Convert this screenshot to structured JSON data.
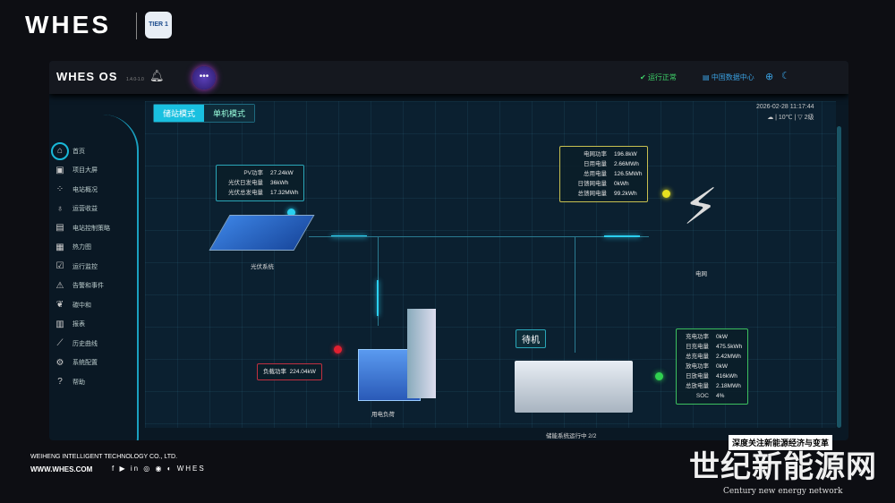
{
  "header": {
    "brand": "WHES",
    "badge": "TIER 1"
  },
  "topbar": {
    "logo": "WHES OS",
    "version": "1.4.0-1.0",
    "status": "运行正常",
    "datacenter": "中国数据中心"
  },
  "tabs": [
    "储站模式",
    "单机模式"
  ],
  "datetime": "2026-02-28 11:17:44",
  "weather": "☁ | 10℃ | ▽ 2级",
  "sidebar": {
    "items": [
      {
        "label": "首页",
        "icon": "home-icon",
        "glyph": "⌂"
      },
      {
        "label": "项目大屏",
        "icon": "screen-icon",
        "glyph": "▣"
      },
      {
        "label": "电站概况",
        "icon": "grid-icon",
        "glyph": "⁘"
      },
      {
        "label": "运营收益",
        "icon": "money-bag-icon",
        "glyph": "♁"
      },
      {
        "label": "电站控制策略",
        "icon": "calendar-icon",
        "glyph": "▤"
      },
      {
        "label": "热力图",
        "icon": "heatmap-icon",
        "glyph": "▦"
      },
      {
        "label": "运行监控",
        "icon": "monitor-icon",
        "glyph": "☑"
      },
      {
        "label": "告警和事件",
        "icon": "warning-icon",
        "glyph": "⚠"
      },
      {
        "label": "碳中和",
        "icon": "leaf-icon",
        "glyph": "❦"
      },
      {
        "label": "报表",
        "icon": "clipboard-icon",
        "glyph": "▥"
      },
      {
        "label": "历史曲线",
        "icon": "chart-icon",
        "glyph": "⟋"
      },
      {
        "label": "系统配置",
        "icon": "gear-icon",
        "glyph": "⚙"
      },
      {
        "label": "帮助",
        "icon": "help-icon",
        "glyph": "?"
      }
    ]
  },
  "pv": {
    "label": "光伏系统",
    "rows": [
      {
        "k": "PV功率",
        "v": "27.24kW"
      },
      {
        "k": "光伏日发电量",
        "v": "36kWh"
      },
      {
        "k": "光伏总发电量",
        "v": "17.32MWh"
      }
    ]
  },
  "grid": {
    "label": "电网",
    "rows": [
      {
        "k": "电网功率",
        "v": "196.8kW"
      },
      {
        "k": "日用电量",
        "v": "2.66MWh"
      },
      {
        "k": "总用电量",
        "v": "126.5MWh"
      },
      {
        "k": "日馈网电量",
        "v": "0kWh"
      },
      {
        "k": "总馈网电量",
        "v": "99.2kWh"
      }
    ]
  },
  "load": {
    "label": "用电负荷",
    "k": "负载功率",
    "v": "224.04kW"
  },
  "ess": {
    "status": "待机",
    "label": "储能系统运行中 2/2",
    "rows": [
      {
        "k": "充电功率",
        "v": "0kW"
      },
      {
        "k": "日充电量",
        "v": "475.5kWh"
      },
      {
        "k": "总充电量",
        "v": "2.42MWh"
      },
      {
        "k": "放电功率",
        "v": "0kW"
      },
      {
        "k": "日放电量",
        "v": "416kWh"
      },
      {
        "k": "总放电量",
        "v": "2.18MWh"
      },
      {
        "k": "SOC",
        "v": "4%"
      }
    ]
  },
  "footer": {
    "company": "WEIHENG INTELLIGENT TECHNOLOGY CO., LTD.",
    "site": "WWW.WHES.COM",
    "socials": "f ▶ in ◎ ◉ ◐ WHES"
  },
  "watermark": {
    "slogan": "深度关注新能源经济与变革",
    "name": "世纪新能源网",
    "en": "Century new energy network"
  },
  "colors": {
    "accent": "#19c0e0",
    "ok": "#3fd46a",
    "grid": "#c8c050",
    "load": "#c03040"
  }
}
